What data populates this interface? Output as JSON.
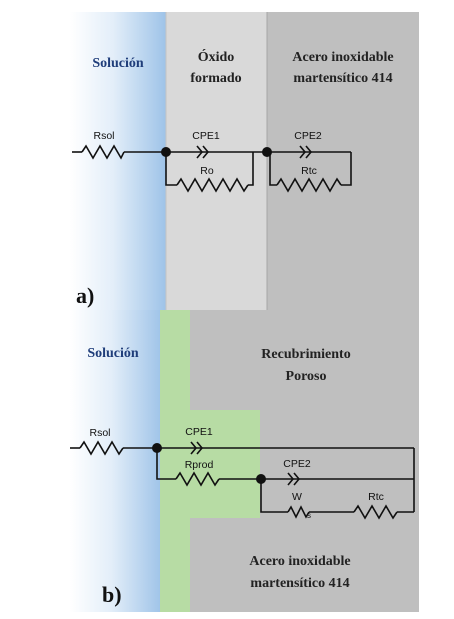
{
  "panel_a": {
    "panel_label": "a)",
    "regions": {
      "solution": "Solución",
      "oxide_line1": "Óxido",
      "oxide_line2": "formado",
      "steel_line1": "Acero inoxidable",
      "steel_line2": "martensítico 414"
    },
    "components": {
      "rsol": "Rsol",
      "cpe1": "CPE1",
      "ro": "Ro",
      "cpe2": "CPE2",
      "rtc": "Rtc"
    }
  },
  "panel_b": {
    "panel_label": "b)",
    "regions": {
      "solution": "Solución",
      "coating_line1": "Recubrimiento",
      "coating_line2": "Poroso",
      "steel_line1": "Acero inoxidable",
      "steel_line2": "martensítico 414"
    },
    "components": {
      "rsol": "Rsol",
      "cpe1": "CPE1",
      "rprod": "Rprod",
      "cpe2": "CPE2",
      "w": "W",
      "w_sub": "s",
      "rtc": "Rtc"
    }
  },
  "colors": {
    "solution_blue": "#9ec3e8",
    "oxide_gray": "#d9d9d9",
    "steel_gray": "#bfbfbf",
    "coating_green": "#b7dca4",
    "wire": "#111111"
  }
}
